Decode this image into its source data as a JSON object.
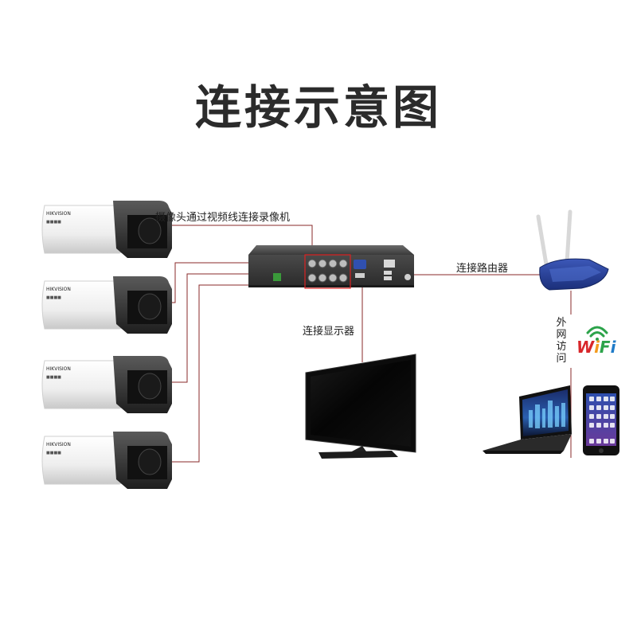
{
  "title": "连接示意图",
  "labels": {
    "camera_connection": "摄像头通过视频线连接录像机",
    "router_connection": "连接路由器",
    "monitor_connection": "连接显示器",
    "remote_access": "外网访问"
  },
  "camera_brand": "HIKVISION",
  "wifi": {
    "w": "W",
    "i1": "i",
    "f": "F",
    "i2": "i"
  },
  "colors": {
    "line": "#8a2a2a",
    "wifi_w": "#d8262a",
    "wifi_i": "#f39a1e",
    "wifi_f": "#2ca34a",
    "wifi_i2": "#1f7bc8"
  }
}
